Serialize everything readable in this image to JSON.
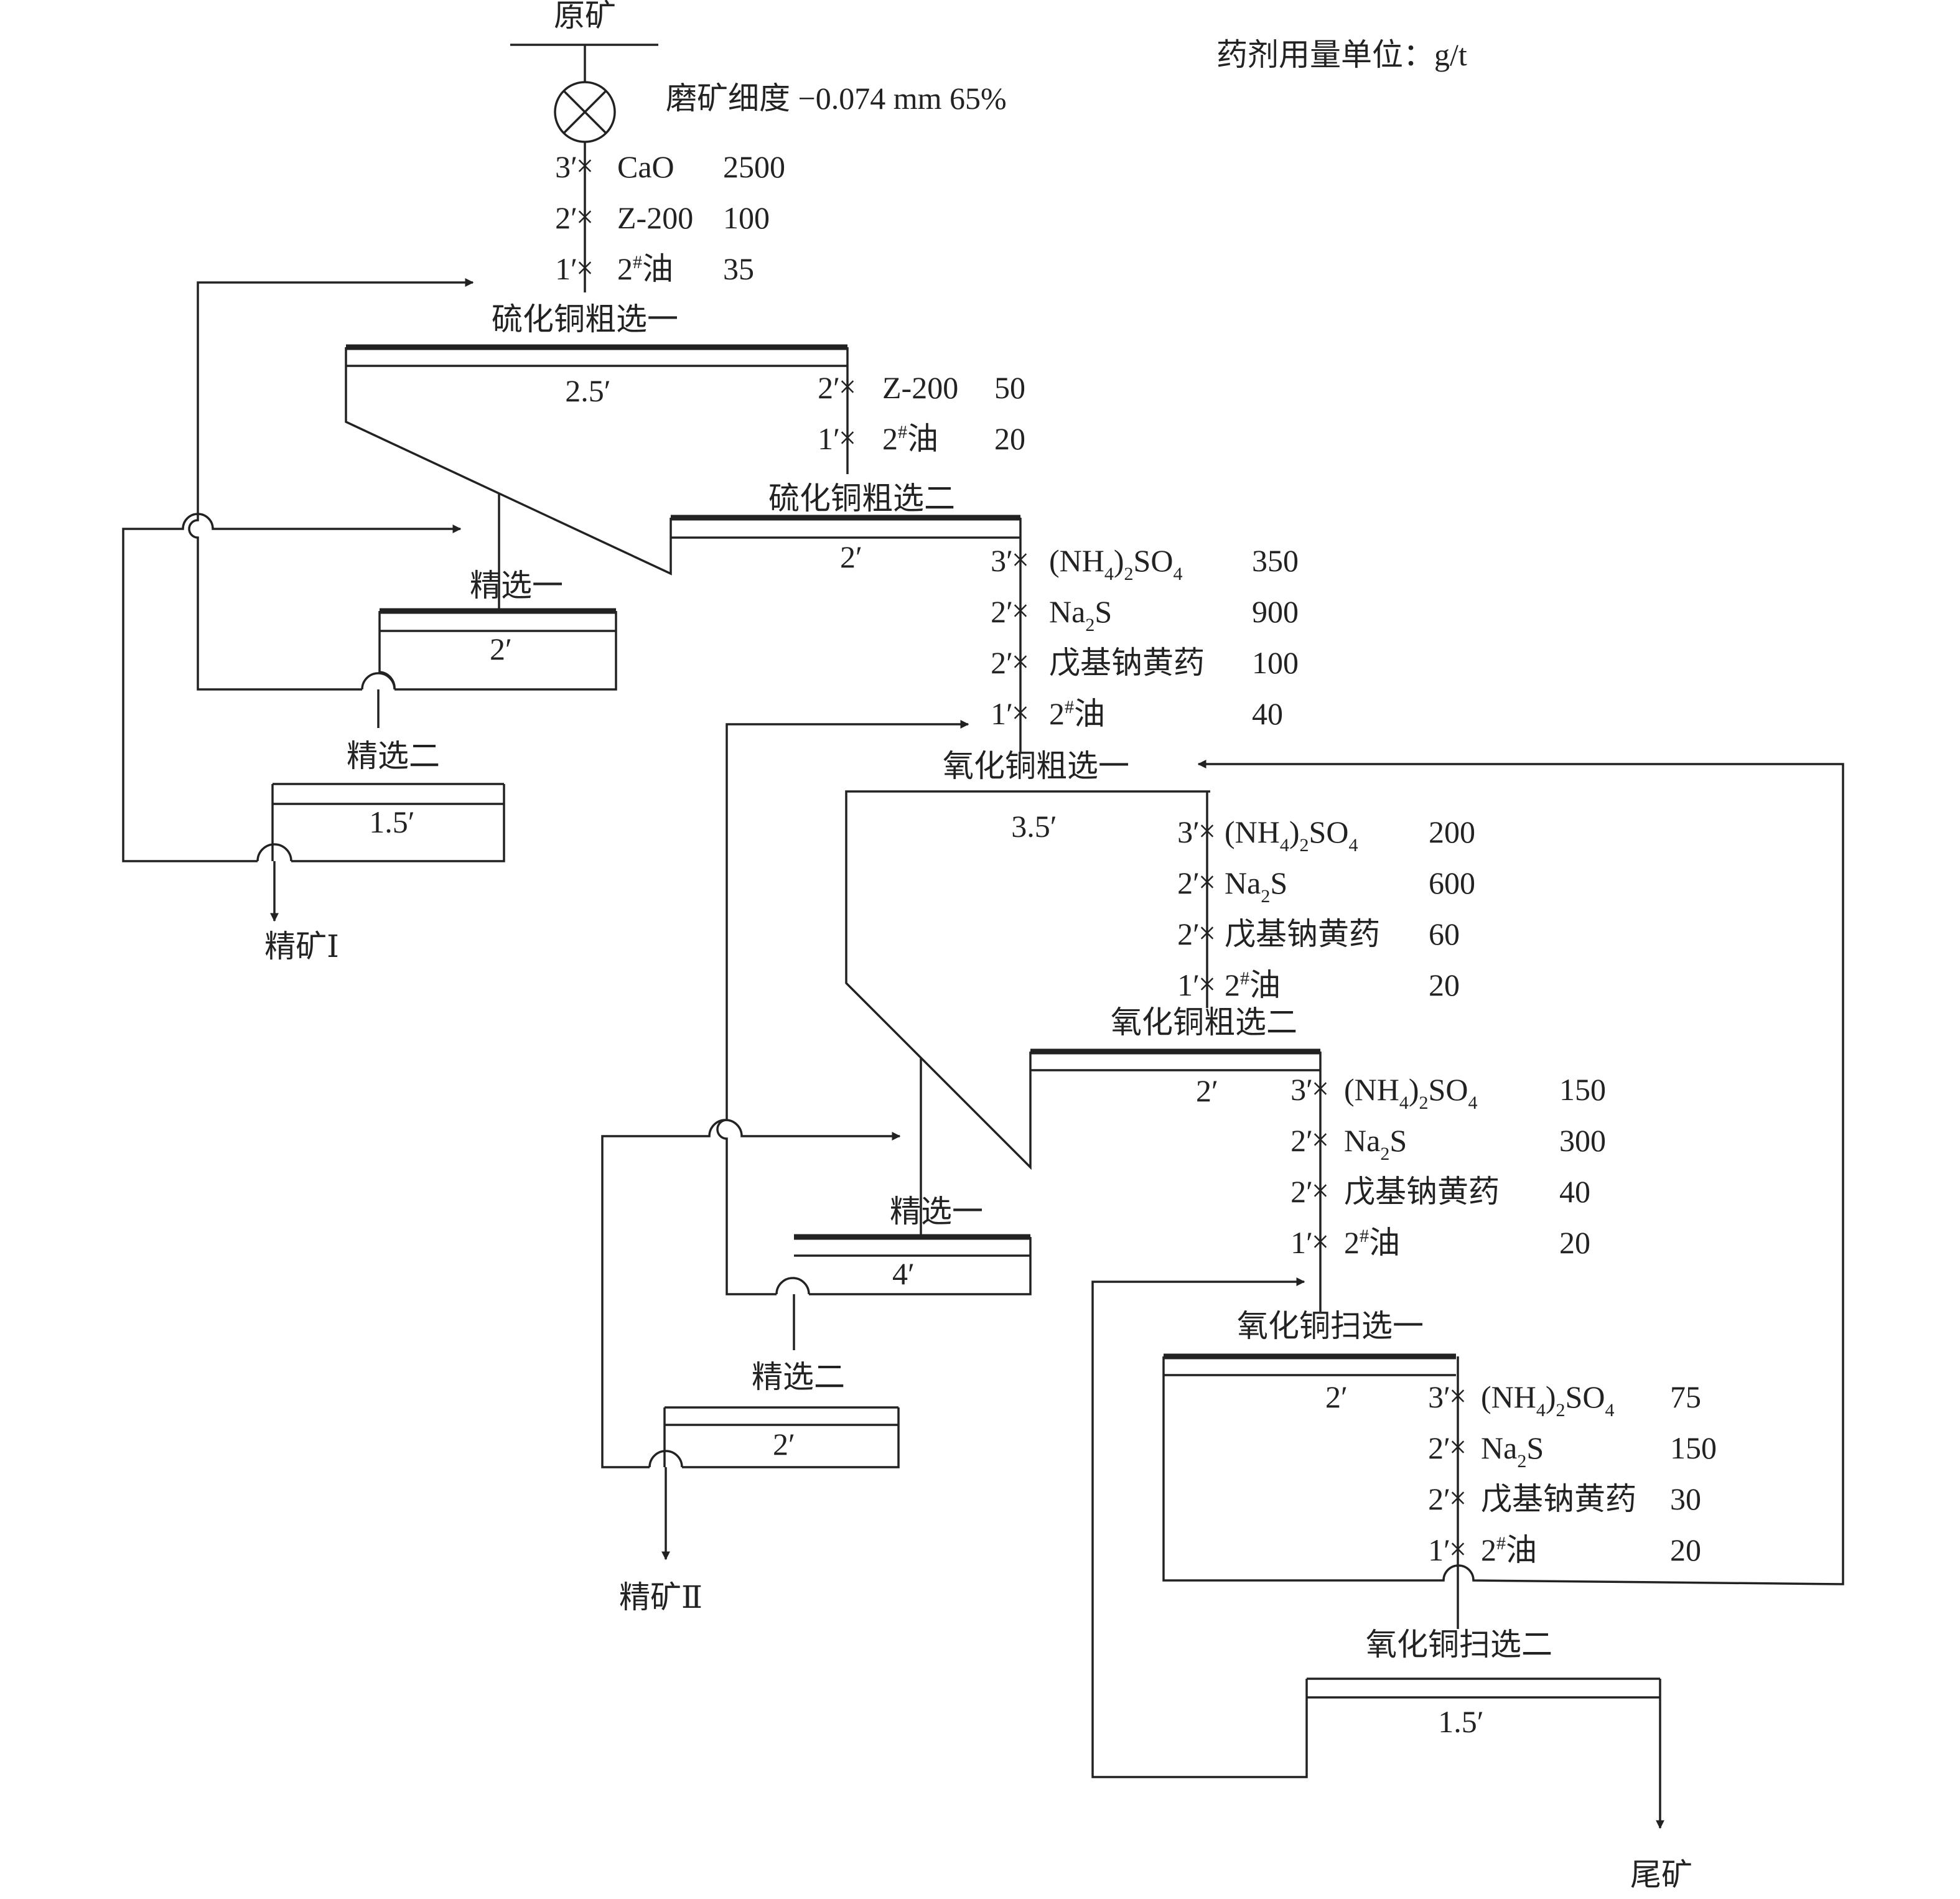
{
  "header": {
    "raw_ore": "原矿",
    "grind": "磨矿细度 −0.074 mm 65%",
    "unit_note": "药剂用量单位：g/t",
    "grinder_icon": "mill-circle-x-icon"
  },
  "reagents": {
    "feed": [
      {
        "time": "3′",
        "name": "CaO",
        "dose": "2500"
      },
      {
        "time": "2′",
        "name": "Z-200",
        "dose": "100"
      },
      {
        "time": "1′",
        "name": "2#油",
        "dose": "35"
      }
    ],
    "sulf_rougher2": [
      {
        "time": "2′",
        "name": "Z-200",
        "dose": "50"
      },
      {
        "time": "1′",
        "name": "2#油",
        "dose": "20"
      }
    ],
    "oxide_rougher1": [
      {
        "time": "3′",
        "name": "(NH4)2SO4",
        "dose": "350"
      },
      {
        "time": "2′",
        "name": "Na2S",
        "dose": "900"
      },
      {
        "time": "2′",
        "name": "戊基钠黄药",
        "dose": "100"
      },
      {
        "time": "1′",
        "name": "2#油",
        "dose": "40"
      }
    ],
    "oxide_rougher2": [
      {
        "time": "3′",
        "name": "(NH4)2SO4",
        "dose": "200"
      },
      {
        "time": "2′",
        "name": "Na2S",
        "dose": "600"
      },
      {
        "time": "2′",
        "name": "戊基钠黄药",
        "dose": "60"
      },
      {
        "time": "1′",
        "name": "2#油",
        "dose": "20"
      }
    ],
    "oxide_scav1": [
      {
        "time": "3′",
        "name": "(NH4)2SO4",
        "dose": "150"
      },
      {
        "time": "2′",
        "name": "Na2S",
        "dose": "300"
      },
      {
        "time": "2′",
        "name": "戊基钠黄药",
        "dose": "40"
      },
      {
        "time": "1′",
        "name": "2#油",
        "dose": "20"
      }
    ],
    "oxide_scav2": [
      {
        "time": "3′",
        "name": "(NH4)2SO4",
        "dose": "75"
      },
      {
        "time": "2′",
        "name": "Na2S",
        "dose": "150"
      },
      {
        "time": "2′",
        "name": "戊基钠黄药",
        "dose": "30"
      },
      {
        "time": "1′",
        "name": "2#油",
        "dose": "20"
      }
    ]
  },
  "stages": {
    "sulf_rougher1": {
      "label": "硫化铜粗选一",
      "time": "2.5′"
    },
    "sulf_rougher2": {
      "label": "硫化铜粗选二",
      "time": "2′"
    },
    "sulf_cleaner1": {
      "label": "精选一",
      "time": "2′"
    },
    "sulf_cleaner2": {
      "label": "精选二",
      "time": "1.5′"
    },
    "oxide_rougher1": {
      "label": "氧化铜粗选一",
      "time": "3.5′"
    },
    "oxide_rougher2": {
      "label": "氧化铜粗选二",
      "time": "2′"
    },
    "oxide_cleaner1": {
      "label": "精选一",
      "time": "4′"
    },
    "oxide_cleaner2": {
      "label": "精选二",
      "time": "2′"
    },
    "oxide_scav1": {
      "label": "氧化铜扫选一",
      "time": "2′"
    },
    "oxide_scav2": {
      "label": "氧化铜扫选二",
      "time": "1.5′"
    }
  },
  "products": {
    "conc1": "精矿Ⅰ",
    "conc2": "精矿Ⅱ",
    "tailings": "尾矿"
  }
}
